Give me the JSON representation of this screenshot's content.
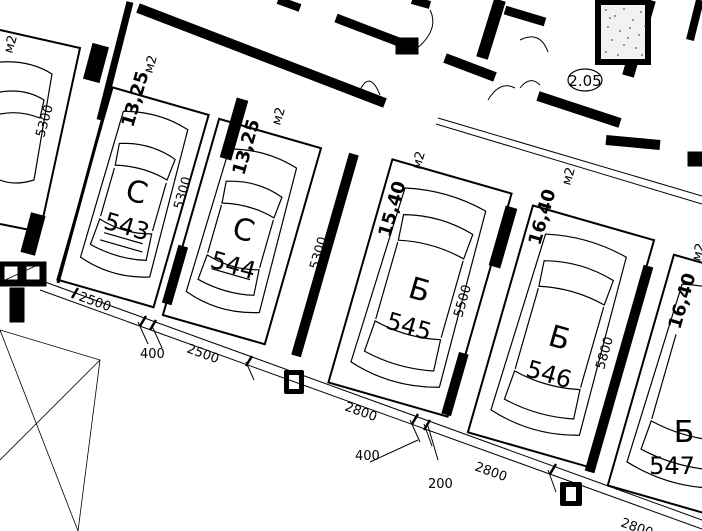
{
  "room_labels": [
    "2.05"
  ],
  "spaces": [
    {
      "id": "543",
      "category": "С",
      "area": "13,25",
      "m2": "м2",
      "len": "5300"
    },
    {
      "id": "544",
      "category": "С",
      "area": "13,25",
      "m2": "м2",
      "len": "5300"
    },
    {
      "id": "545",
      "category": "Б",
      "area": "15,40",
      "m2": "м2",
      "len": "5500"
    },
    {
      "id": "546",
      "category": "Б",
      "area": "16,40",
      "m2": "м2",
      "len": "5800"
    },
    {
      "id": "547",
      "category": "Б",
      "area": "16,40",
      "m2": "м2",
      "len": ""
    }
  ],
  "left_space": {
    "len": "5300"
  },
  "widths": [
    "2500",
    "2500",
    "2800",
    "2800",
    "2800"
  ],
  "gaps": [
    "400",
    "400",
    "200"
  ]
}
